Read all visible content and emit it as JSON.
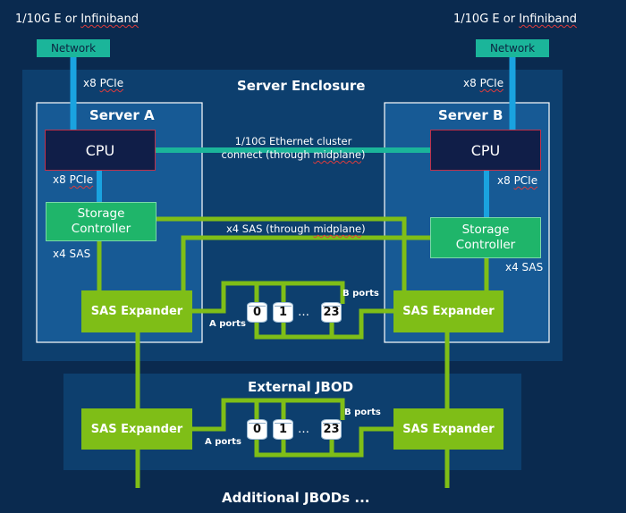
{
  "top": {
    "link_left": "1/10G E or ",
    "link_left_word": "Infiniband",
    "link_right": "1/10G E or ",
    "link_right_word": "Infiniband",
    "network_left": "Network",
    "network_right": "Network"
  },
  "enclosure": {
    "title": "Server Enclosure",
    "pcie_net_left_a": "x8 ",
    "pcie_net_left_b": "PCIe",
    "pcie_net_right_a": "x8 ",
    "pcie_net_right_b": "PCIe",
    "cluster_line1": "1/10G Ethernet cluster",
    "cluster_line2_a": "connect (through ",
    "cluster_line2_b": "midplane",
    "cluster_line2_c": ")",
    "sas_mid_a": "x4 SAS (through ",
    "sas_mid_b": "midplane",
    "sas_mid_c": ")"
  },
  "server_a": {
    "title": "Server A",
    "cpu": "CPU",
    "pcie_a": "x8 ",
    "pcie_b": "PCIe",
    "storage_line1": "Storage",
    "storage_line2": "Controller",
    "sas_link": "x4 SAS",
    "expander": "SAS Expander"
  },
  "server_b": {
    "title": "Server B",
    "cpu": "CPU",
    "pcie_a": "x8 ",
    "pcie_b": "PCIe",
    "storage_line1": "Storage",
    "storage_line2": "Controller",
    "sas_link": "x4 SAS",
    "expander": "SAS Expander"
  },
  "enclosure_disks": {
    "disks": [
      "0",
      "1",
      "23"
    ],
    "ellipsis": "…",
    "a_ports": "A ports",
    "b_ports": "B ports"
  },
  "jbod": {
    "title": "External JBOD",
    "expander_left": "SAS Expander",
    "expander_right": "SAS Expander",
    "disks": [
      "0",
      "1",
      "23"
    ],
    "ellipsis": "…",
    "a_ports": "A ports",
    "b_ports": "B ports"
  },
  "footer": {
    "additional": "Additional JBODs ..."
  },
  "colors": {
    "background": "#0a2a4f",
    "enclosure_panel": "#0d3f6e",
    "server_panel": "#175a95",
    "network": "#1bb59a",
    "cpu": "#101e48",
    "cpu_border": "#c0304a",
    "storage_controller": "#1fb56a",
    "sas_expander": "#7fbe17",
    "pcie_link": "#1aa3e0",
    "ethernet_link": "#1bb59a"
  }
}
